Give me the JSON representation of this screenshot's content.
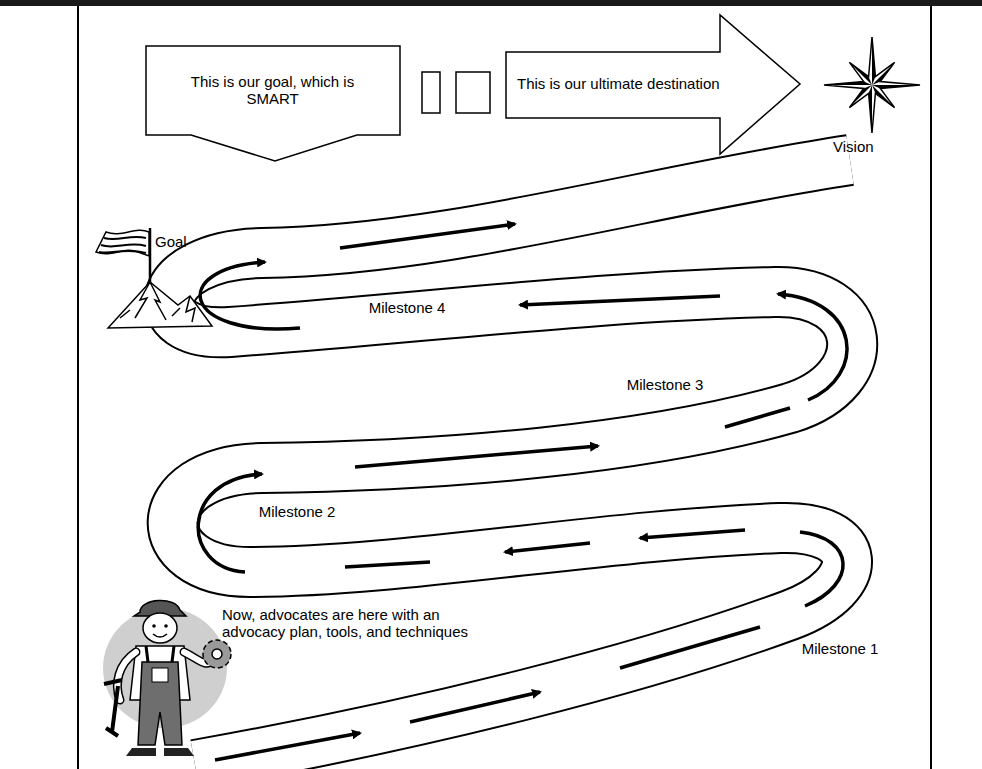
{
  "diagram": {
    "nodes": [
      {
        "text": [
          "This is our goal, which is SMART"
        ]
      },
      {
        "text": [
          "This is our ultimate destination"
        ]
      }
    ],
    "labels": [
      "Vision",
      "Goal",
      "Milestone 4",
      "Milestone 3",
      "Milestone 2",
      "Milestone 1",
      "Now, advocates are here with an advocacy plan, tools, and techniques"
    ]
  }
}
